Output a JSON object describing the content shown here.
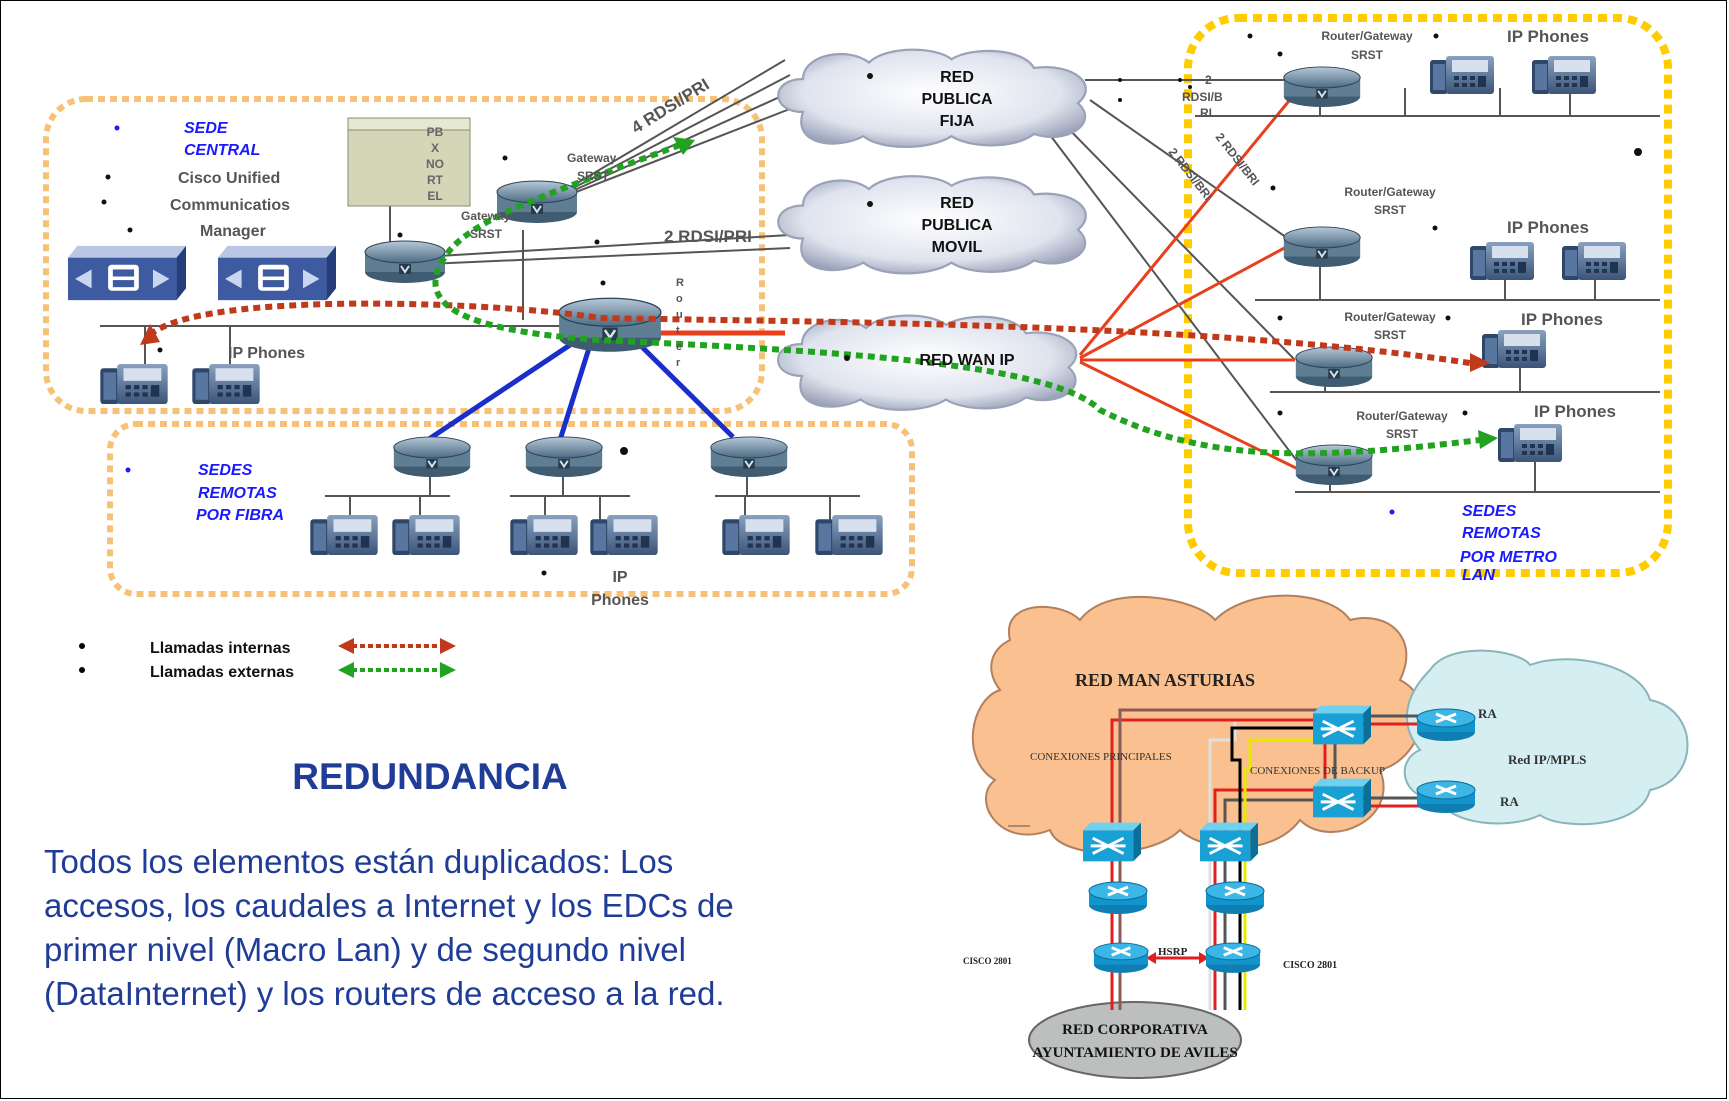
{
  "legend": [
    {
      "label": "Llamadas internas",
      "color": "#c0391b"
    },
    {
      "label": "Llamadas externas",
      "color": "#21a321"
    }
  ],
  "top_diagram": {
    "sede_central": {
      "title_line1": "SEDE",
      "title_line2": "CENTRAL",
      "cucm_line1": "Cisco Unified",
      "cucm_line2": "Communicatios",
      "cucm_line3": "Manager",
      "pbx_lines": [
        "PB",
        "X",
        "NO",
        "RT",
        "EL"
      ],
      "gateway1_line1": "Gateway",
      "gateway1_line2": "SRST",
      "gateway2_line1": "Gateway",
      "gateway2_line2": "SRST",
      "router_letters": [
        "R",
        "o",
        "u",
        "t",
        "e",
        "r"
      ],
      "ip_phones": "IP Phones"
    },
    "links": {
      "rdsi_pri_4": "4 RDSI/PRI",
      "rdsi_pri_2": "2 RDSI/PRI",
      "rdsi_b_1": "2",
      "rdsi_b_2": "RDSI/B",
      "rdsi_b_3": "RI",
      "rdsi_bri_a": "2 RDSI/BRI",
      "rdsi_bri_b": "2 RDSI/BRI"
    },
    "clouds": {
      "fija": [
        "RED",
        "PUBLICA",
        "FIJA"
      ],
      "movil": [
        "RED",
        "PUBLICA",
        "MOVIL"
      ],
      "wan": "RED WAN IP"
    },
    "sedes_fibra": {
      "line1": "SEDES",
      "line2": "REMOTAS",
      "line3": "POR FIBRA",
      "phones_line1": "IP",
      "phones_line2": "Phones"
    },
    "sedes_metro": {
      "line1": "SEDES",
      "line2": "REMOTAS",
      "line3": "POR METRO",
      "line4": "LAN",
      "router_gateway": "Router/Gateway",
      "srst": "SRST",
      "ip_phones": "IP Phones"
    }
  },
  "redundancia": {
    "title": "REDUNDANCIA",
    "body": "Todos los elementos están duplicados: Los accesos, los caudales a Internet y los EDCs de primer nivel (Macro Lan) y de segundo nivel (DataInternet) y los routers de acceso a la red."
  },
  "man_diagram": {
    "red_man": "RED MAN ASTURIAS",
    "conexiones_principales": "CONEXIONES PRINCIPALES",
    "conexiones_backup": "CONEXIONES DE BACKUP",
    "red_mpls": "Red IP/MPLS",
    "ra1": "RA",
    "ra2": "RA",
    "cisco_left": "CISCO 2801",
    "cisco_right": "CISCO 2801",
    "hsrp": "HSRP",
    "corp_line1": "RED  CORPORATIVA",
    "corp_line2": "AYUNTAMIENTO DE  AVILES"
  }
}
